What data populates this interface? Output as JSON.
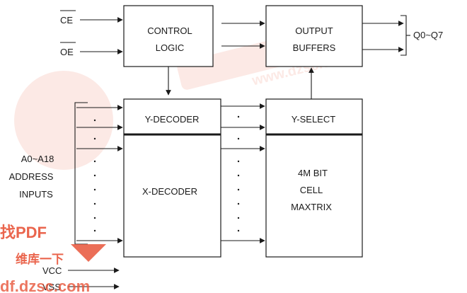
{
  "signals": {
    "ce": "CE",
    "oe": "OE",
    "outputs": "Q0~Q7",
    "address_line1": "A0~A18",
    "address_line2": "ADDRESS",
    "address_line3": "INPUTS",
    "vcc": "VCC",
    "vss": "VSS"
  },
  "blocks": {
    "control_line1": "CONTROL",
    "control_line2": "LOGIC",
    "output_line1": "OUTPUT",
    "output_line2": "BUFFERS",
    "y_decoder": "Y-DECODER",
    "x_decoder": "X-DECODER",
    "y_select": "Y-SELECT",
    "cell_line1": "4M BIT",
    "cell_line2": "CELL",
    "cell_line3": "MAXTRIX"
  },
  "watermark": {
    "site": "www.dzsc.com",
    "badge_text": "找PDF",
    "badge_sub": "维库一下",
    "url_fragment": "df.dzsc.com",
    "color": "#e8553a"
  }
}
